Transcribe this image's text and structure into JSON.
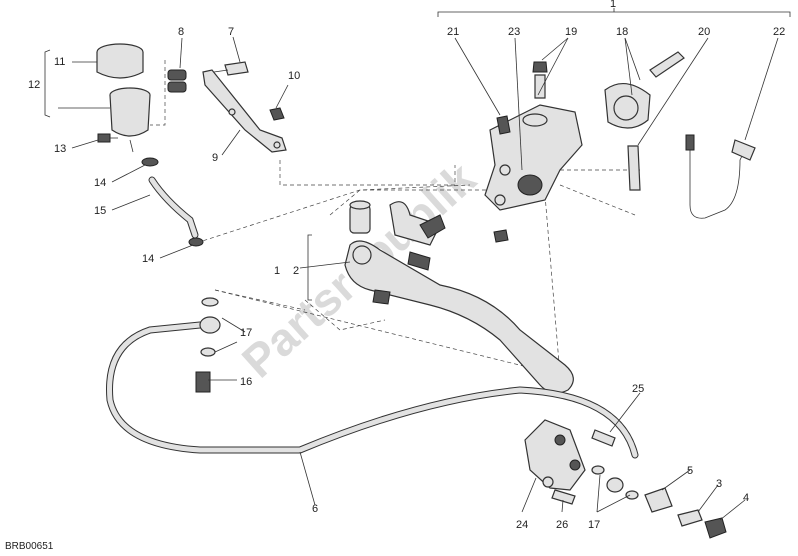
{
  "diagram": {
    "watermark": "Partsrepublik",
    "drawing_code": "BRB00651",
    "callouts": [
      "1",
      "2",
      "3",
      "4",
      "5",
      "6",
      "7",
      "8",
      "9",
      "10",
      "11",
      "12",
      "13",
      "14",
      "14",
      "15",
      "16",
      "17",
      "17",
      "18",
      "19",
      "20",
      "21",
      "22",
      "23",
      "24",
      "25",
      "26"
    ]
  }
}
